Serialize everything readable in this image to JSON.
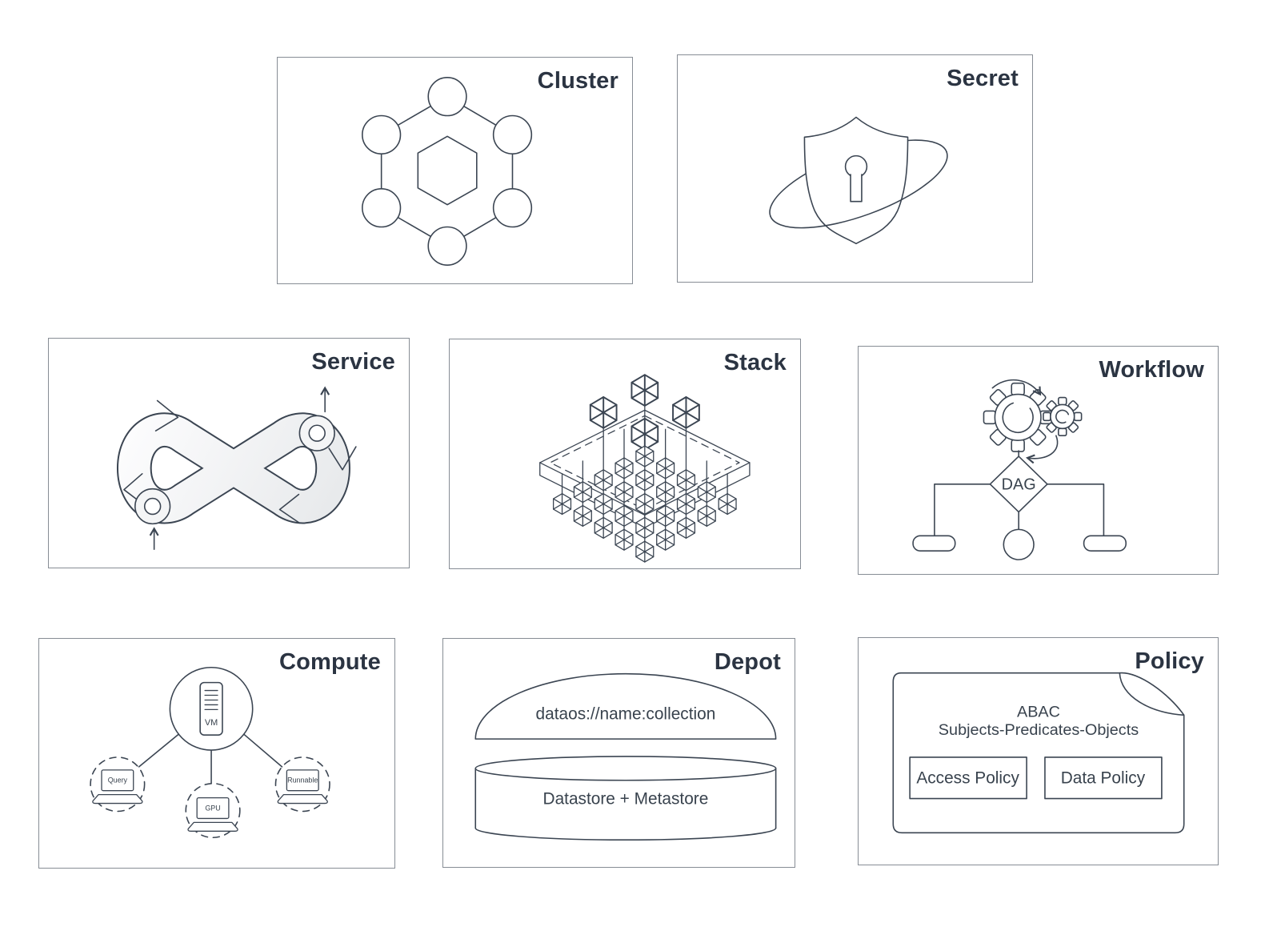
{
  "page": {
    "background": "#ffffff"
  },
  "colors": {
    "card_border": "#878d95",
    "icon_stroke": "#3b4552",
    "title_text": "#2b3442",
    "ribbon_fill_light": "#fcfcfd",
    "ribbon_fill_dark": "#e9ebed",
    "ring_fill": "#f4f5f6"
  },
  "cards": {
    "cluster": {
      "title": "Cluster",
      "icon": "hexagon-cluster-icon"
    },
    "secret": {
      "title": "Secret",
      "icon": "shield-keyhole-orbit-icon"
    },
    "service": {
      "title": "Service",
      "icon": "devops-infinity-loop-icon"
    },
    "stack": {
      "title": "Stack",
      "icon": "isometric-cube-matrix-icon"
    },
    "workflow": {
      "title": "Workflow",
      "icon": "gears-dag-flowchart-icon",
      "dag_label": "DAG"
    },
    "compute": {
      "title": "Compute",
      "icon": "vm-cluster-icon",
      "vm_label": "VM",
      "nodes": {
        "query": "Query",
        "gpu": "GPU",
        "runnable": "Runnable"
      }
    },
    "depot": {
      "title": "Depot",
      "icon": "dome-datastore-icon",
      "address": "dataos://name:collection",
      "storage": "Datastore + Metastore"
    },
    "policy": {
      "title": "Policy",
      "icon": "policy-document-icon",
      "model": "ABAC",
      "model_detail": "Subjects-Predicates-Objects",
      "access_policy": "Access Policy",
      "data_policy": "Data Policy"
    }
  }
}
